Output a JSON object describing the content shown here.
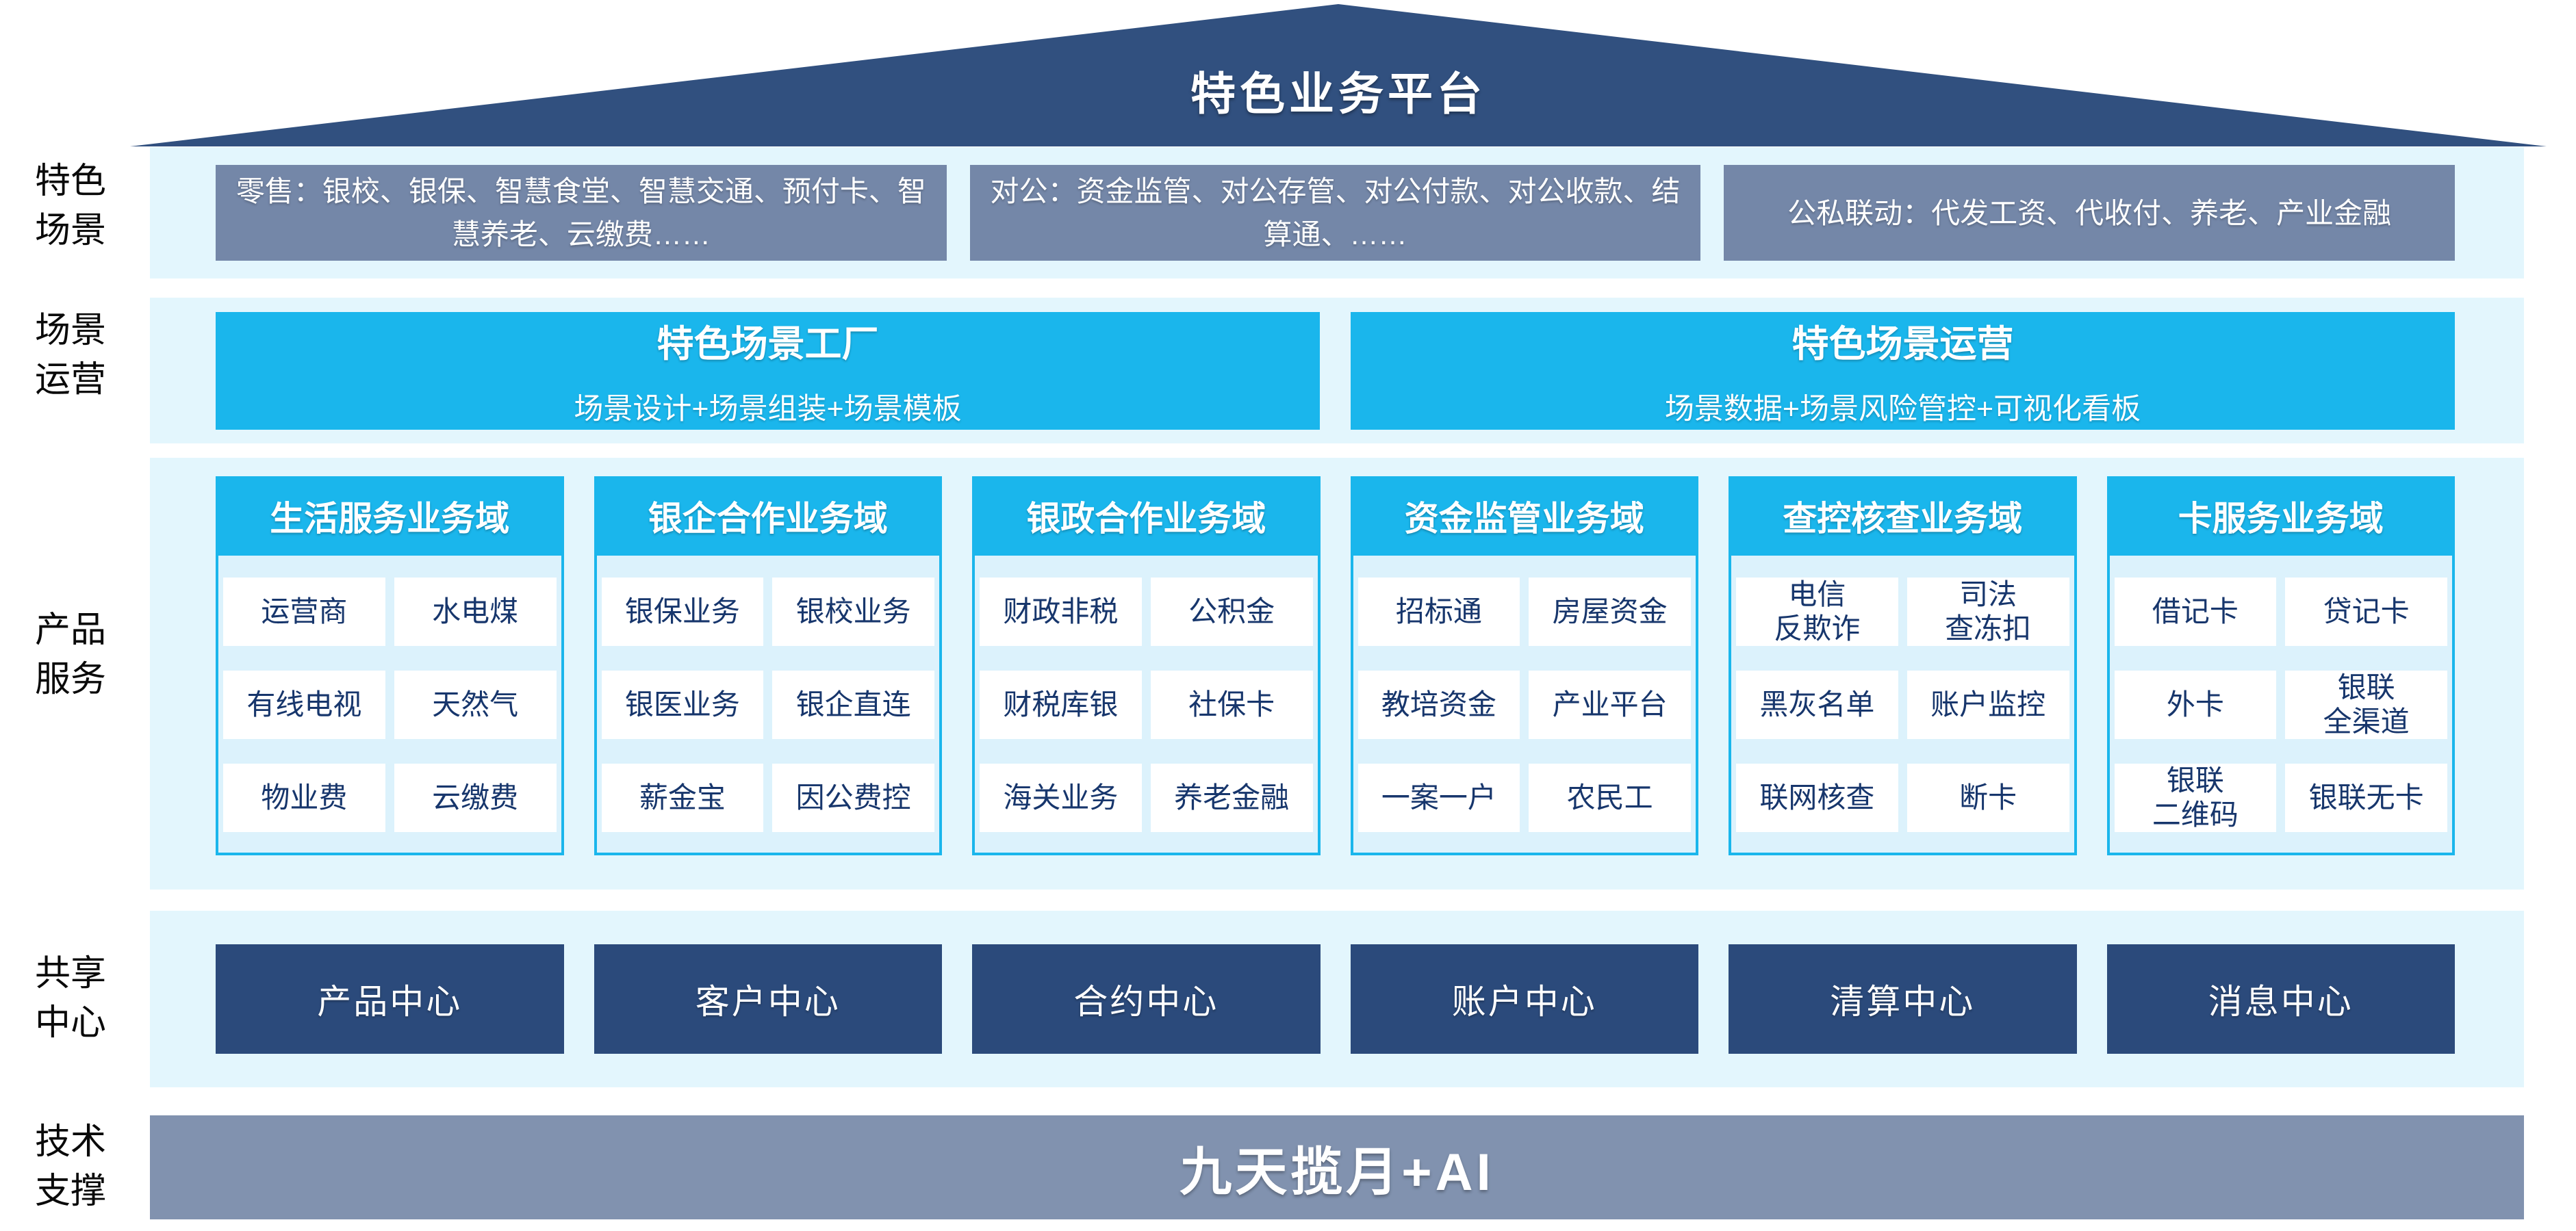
{
  "roof": {
    "title": "特色业务平台"
  },
  "side_labels": [
    {
      "text": "特色\n场景"
    },
    {
      "text": "场景\n运营"
    },
    {
      "text": "产品\n服务"
    },
    {
      "text": "共享\n中心"
    },
    {
      "text": "技术\n支撑"
    }
  ],
  "scene_row": {
    "boxes": [
      "零售：银校、银保、智慧食堂、智慧交通、预付卡、智慧养老、云缴费……",
      "对公：资金监管、对公存管、对公付款、对公收款、结算通、……",
      "公私联动：代发工资、代收付、养老、产业金融"
    ]
  },
  "operation_row": {
    "boxes": [
      {
        "title": "特色场景工厂",
        "subtitle": "场景设计+场景组装+场景模板"
      },
      {
        "title": "特色场景运营",
        "subtitle": "场景数据+场景风险管控+可视化看板"
      }
    ]
  },
  "product_row": {
    "columns": [
      {
        "header": "生活服务业务域",
        "cells": [
          "运营商",
          "水电煤",
          "有线电视",
          "天然气",
          "物业费",
          "云缴费"
        ]
      },
      {
        "header": "银企合作业务域",
        "cells": [
          "银保业务",
          "银校业务",
          "银医业务",
          "银企直连",
          "薪金宝",
          "因公费控"
        ]
      },
      {
        "header": "银政合作业务域",
        "cells": [
          "财政非税",
          "公积金",
          "财税库银",
          "社保卡",
          "海关业务",
          "养老金融"
        ]
      },
      {
        "header": "资金监管业务域",
        "cells": [
          "招标通",
          "房屋资金",
          "教培资金",
          "产业平台",
          "一案一户",
          "农民工"
        ]
      },
      {
        "header": "查控核查业务域",
        "cells": [
          "电信\n反欺诈",
          "司法\n查冻扣",
          "黑灰名单",
          "账户监控",
          "联网核查",
          "断卡"
        ]
      },
      {
        "header": "卡服务业务域",
        "cells": [
          "借记卡",
          "贷记卡",
          "外卡",
          "银联\n全渠道",
          "银联\n二维码",
          "银联无卡"
        ]
      }
    ]
  },
  "share_row": {
    "boxes": [
      "产品中心",
      "客户中心",
      "合约中心",
      "账户中心",
      "清算中心",
      "消息中心"
    ]
  },
  "tech_row": {
    "text": "九天揽月+AI"
  },
  "colors": {
    "roof_navy": "#31507F",
    "center_navy": "#2B4A7B",
    "slate_blue": "#7487A8",
    "tech_slate": "#8192AF",
    "cyan": "#1AB6EC",
    "band_light_blue": "#E3F6FD",
    "panel_light_blue": "#DCF2FC",
    "cell_text_navy": "#17366C"
  }
}
